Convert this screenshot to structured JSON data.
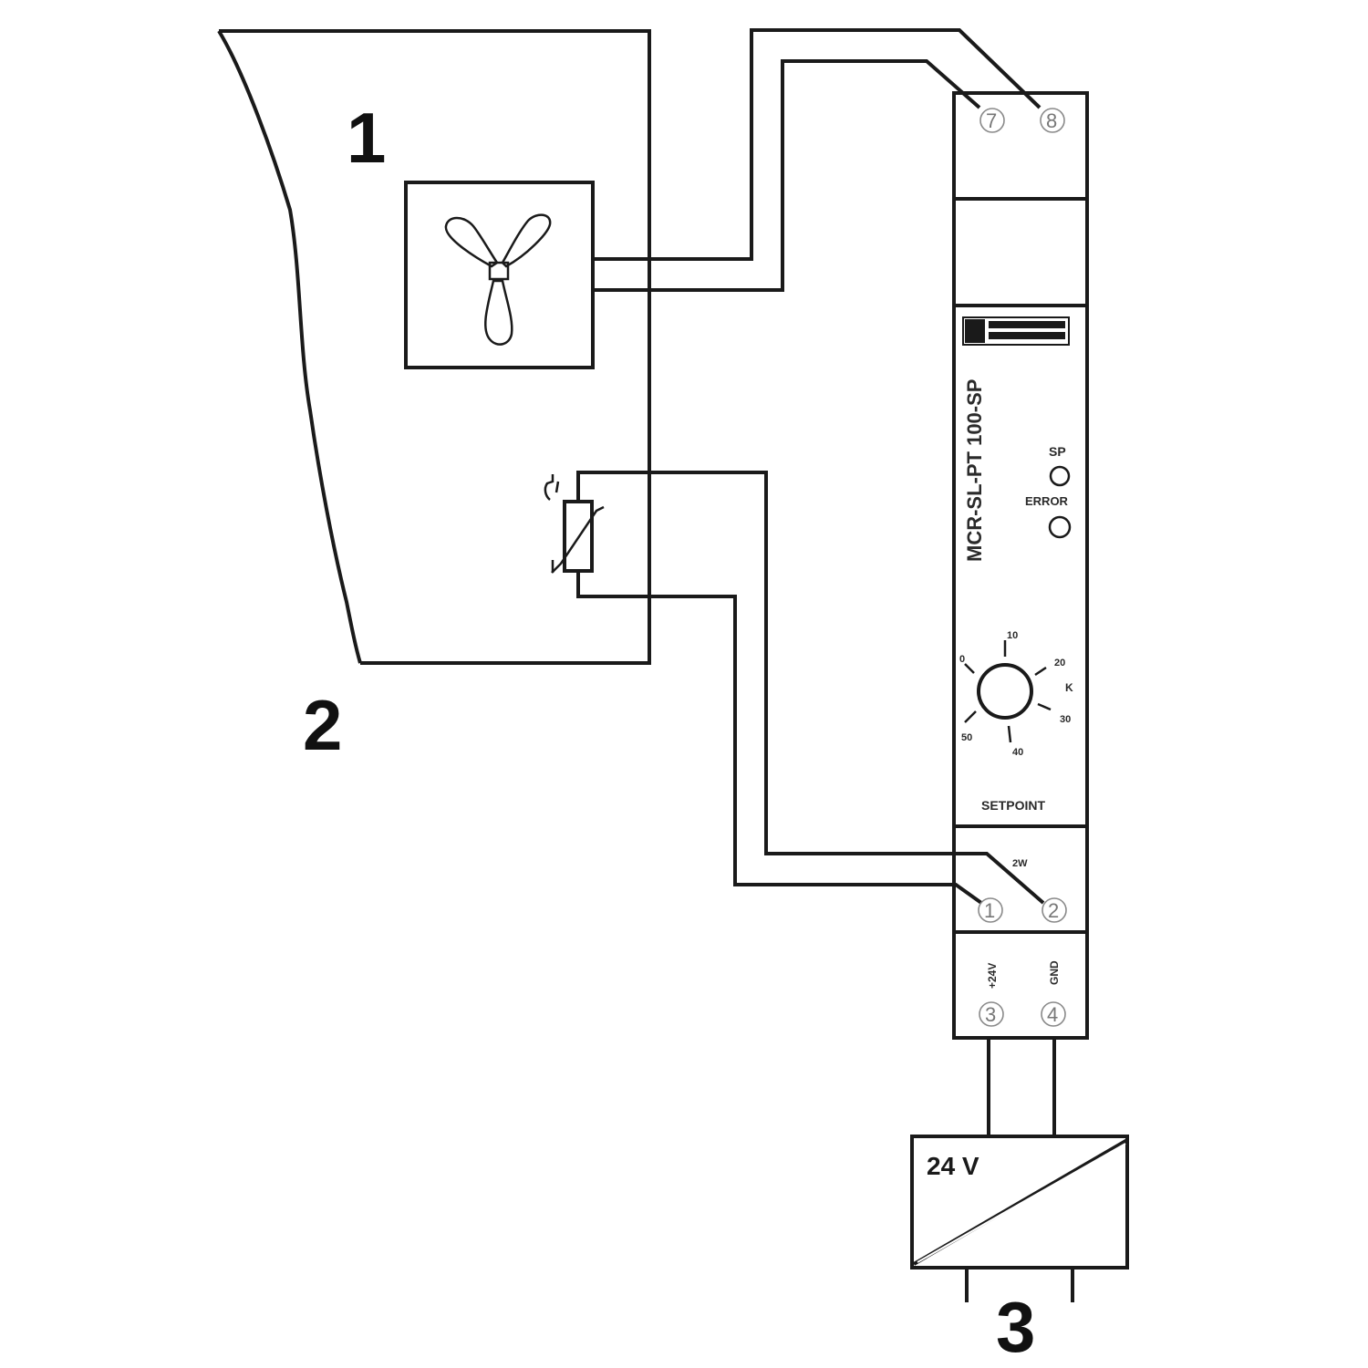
{
  "callouts": {
    "one": "1",
    "two": "2",
    "three": "3"
  },
  "module": {
    "model": "MCR-SL-PT 100-SP",
    "indicators": {
      "sp": "SP",
      "error": "ERROR"
    },
    "setpoint_label": "SETPOINT",
    "dial_ticks": [
      "10",
      "20",
      "30",
      "40",
      "50",
      "0"
    ],
    "dial_unit": "K",
    "terminals": {
      "t7": "7",
      "t8": "8",
      "t1": "1",
      "t2": "2",
      "t3": "3",
      "t4": "4"
    },
    "terminal_mark_2": "2W",
    "supply_labels": {
      "plus24v": "+24V",
      "gnd": "GND"
    }
  },
  "power_supply": {
    "label": "24 V"
  }
}
